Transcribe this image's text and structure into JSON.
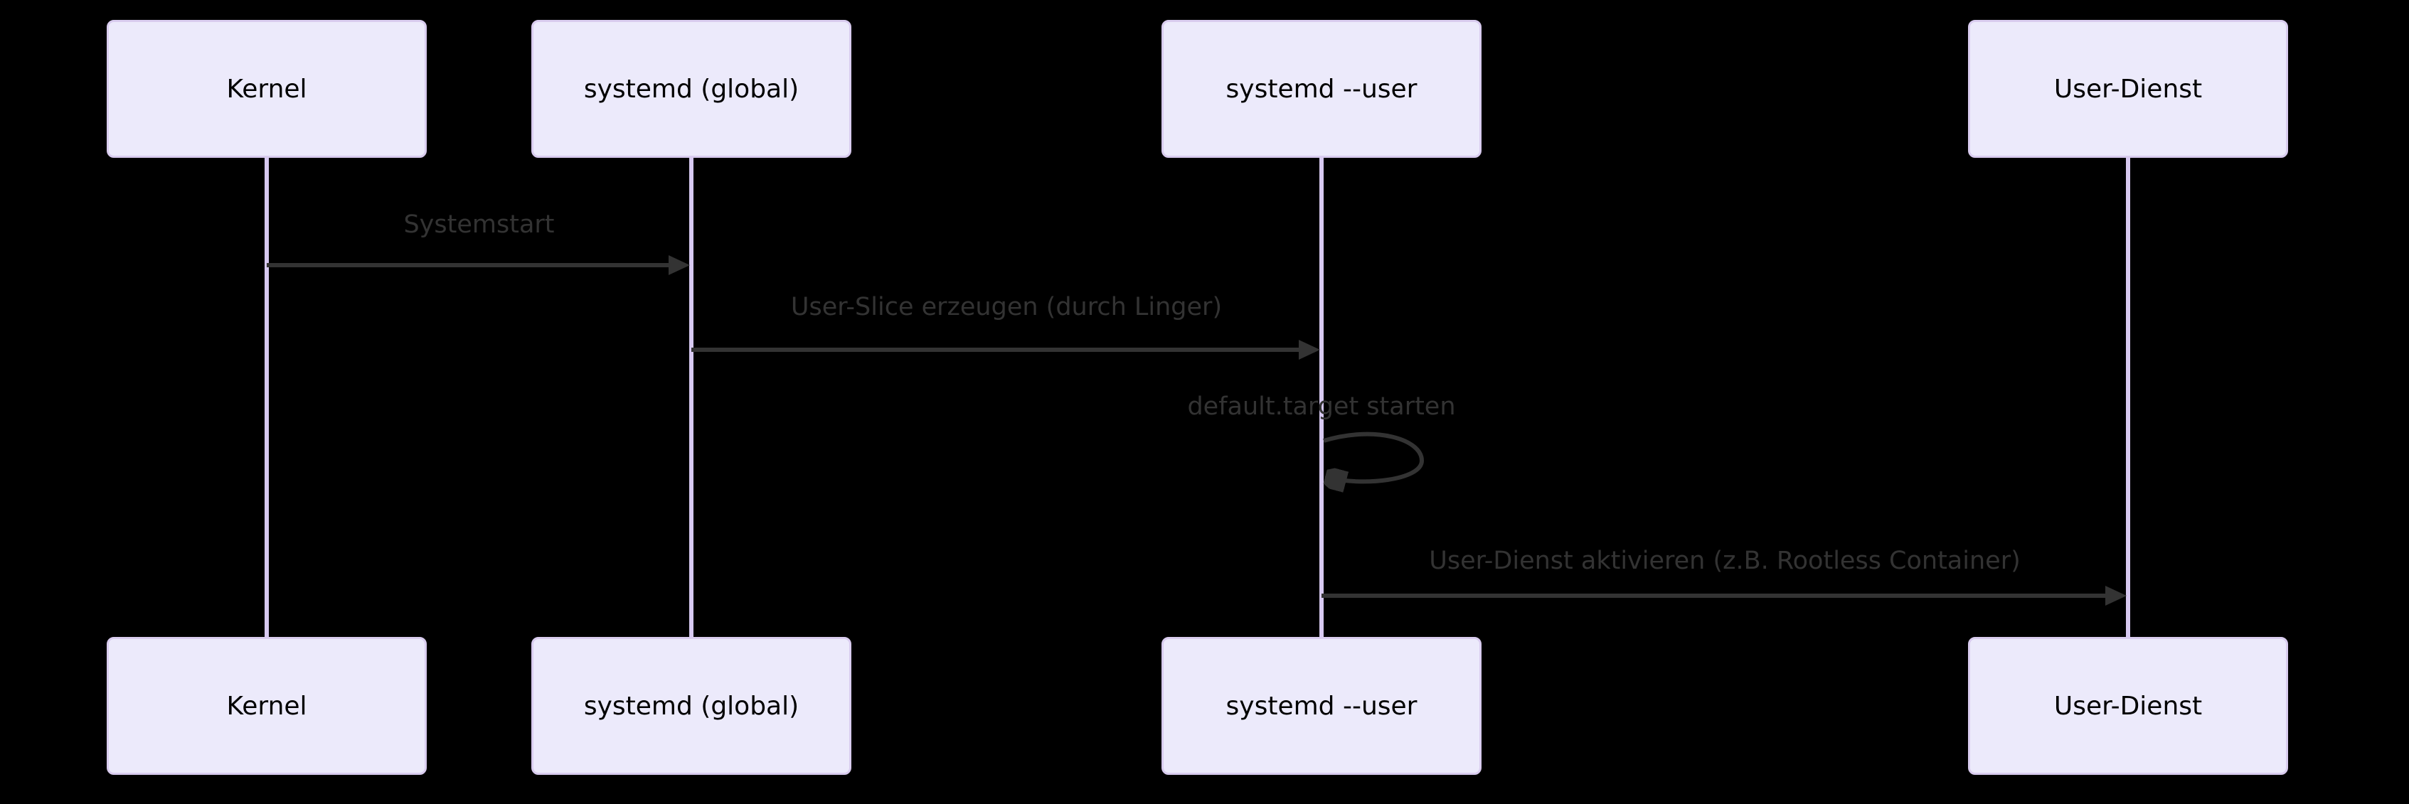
{
  "diagram": {
    "type": "sequence-diagram",
    "background": "#000000",
    "colors": {
      "actor_fill": "#ECEAFB",
      "actor_border": "#D9CCEF",
      "lifeline": "#D7C9F1",
      "message": "#333333",
      "actor_text": "#000000"
    },
    "actors": [
      {
        "id": "kernel",
        "label": "Kernel"
      },
      {
        "id": "systemd-global",
        "label": "systemd (global)"
      },
      {
        "id": "systemd-user",
        "label": "systemd --user"
      },
      {
        "id": "user-dienst",
        "label": "User-Dienst"
      }
    ],
    "messages": [
      {
        "label": "Systemstart",
        "from": "Kernel",
        "to": "systemd (global)",
        "arrow": "solid"
      },
      {
        "label": "User-Slice erzeugen (durch Linger)",
        "from": "systemd (global)",
        "to": "systemd --user",
        "arrow": "solid"
      },
      {
        "label": "default.target starten",
        "from": "systemd --user",
        "to": "systemd --user",
        "arrow": "self-loop"
      },
      {
        "label": "User-Dienst aktivieren (z.B. Rootless Container)",
        "from": "systemd --user",
        "to": "User-Dienst",
        "arrow": "solid"
      }
    ]
  }
}
